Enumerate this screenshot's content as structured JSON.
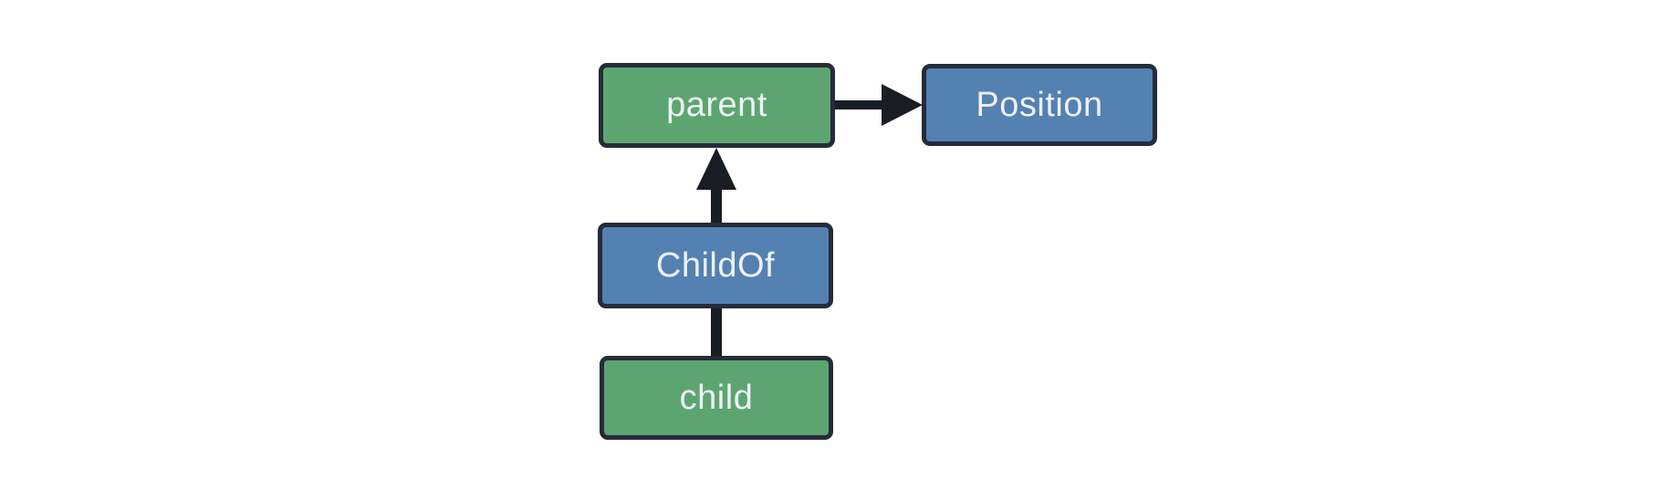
{
  "diagram": {
    "background": "#ffffff",
    "colors": {
      "entity_fill": "#5ca571",
      "relationship_fill": "#5381b2",
      "node_border": "#262b38",
      "arrow": "#191d24",
      "label_text": "#eef0f4"
    },
    "nodes": [
      {
        "id": "parent",
        "label": "parent",
        "kind": "entity",
        "fill": "#5ca571"
      },
      {
        "id": "Position",
        "label": "Position",
        "kind": "component",
        "fill": "#5381b2"
      },
      {
        "id": "ChildOf",
        "label": "ChildOf",
        "kind": "relationship",
        "fill": "#5381b2"
      },
      {
        "id": "child",
        "label": "child",
        "kind": "entity",
        "fill": "#5ca571"
      }
    ],
    "edges": [
      {
        "from": "parent",
        "to": "Position",
        "style": "arrow",
        "direction": "right"
      },
      {
        "from": "ChildOf",
        "to": "parent",
        "style": "arrow",
        "direction": "up"
      },
      {
        "from": "child",
        "to": "ChildOf",
        "style": "line",
        "direction": "up"
      }
    ]
  }
}
